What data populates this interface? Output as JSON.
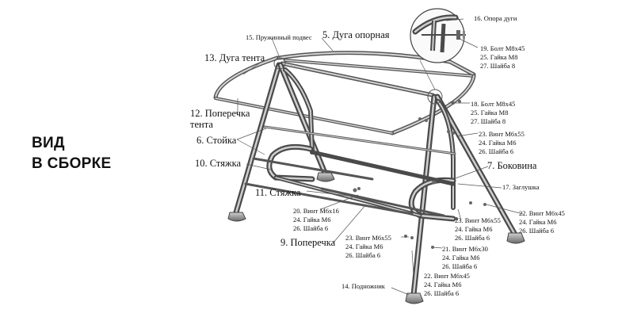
{
  "title": {
    "line1": "ВИД",
    "line2": "В СБОРКЕ"
  },
  "labels": {
    "l16": "16. Опора дуги",
    "l15": "15. Пружинный подвес",
    "l5": "5. Дуга опорная",
    "l13": "13. Дуга тента",
    "l19": [
      "19. Болт М8х45",
      "25. Гайка М8",
      "27. Шайба 8"
    ],
    "l18": [
      "18. Болт М8х45",
      "25. Гайка М8",
      "27. Шайба 8"
    ],
    "l12a": "12. Поперечка",
    "l12b": "тента",
    "l6": "6. Стойка",
    "l23a": [
      "23. Винт М6х55",
      "24. Гайка М6",
      "26. Шайба 6"
    ],
    "l10": "10. Стяжка",
    "l7": "7. Боковина",
    "l11": "11. Стяжка",
    "l17": "17. Заглушка",
    "l20": [
      "20. Винт М6х16",
      "24. Гайка М6",
      "26. Шайба 6"
    ],
    "l23b": [
      "23. Винт М6х55",
      "24. Гайка М6",
      "26. Шайба 6"
    ],
    "l22a": [
      "22. Винт М6х45",
      "24. Гайка М6",
      "26. Шайба 6"
    ],
    "l23c": [
      "23. Винт М6х55",
      "24. Гайка М6",
      "26. Шайба 6"
    ],
    "l9": "9. Поперечка",
    "l21": [
      "21. Винт М6х30",
      "24. Гайка М6",
      "26. Шайба 6"
    ],
    "l22b": [
      "22. Винт М6х45",
      "24. Гайка М6",
      "26. Шайба 6"
    ],
    "l14": "14. Подножник"
  },
  "colors": {
    "frame": "#4a4a4a",
    "frame_light": "#bdbdbd",
    "text": "#111111"
  }
}
